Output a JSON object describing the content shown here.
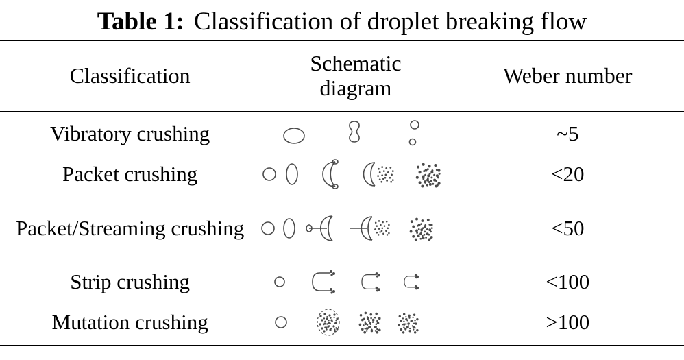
{
  "page": {
    "background": "#ffffff",
    "ink": "#000000",
    "schematic_stroke": "#4a4a4a"
  },
  "title": {
    "label": "Table 1:",
    "text": "Classification of droplet breaking flow"
  },
  "table": {
    "headers": {
      "classification": "Classification",
      "schematic": "Schematic diagram",
      "weber": "Weber number"
    },
    "rows": [
      {
        "classification": "Vibratory crushing",
        "weber": "~5",
        "schematic": "oval drop, dumbbell pinch, two detached droplets"
      },
      {
        "classification": "Packet crushing",
        "weber": "<20",
        "schematic": "drop, flattened disc, bag, bag shedding fragments, fragment cloud"
      },
      {
        "classification": "Packet/Streaming crushing",
        "weber": "<50",
        "schematic": "drop, disc, bag with stamen, bag shedding fragments, fragment cloud"
      },
      {
        "classification": "Strip crushing",
        "weber": "<100",
        "schematic": "drop, stripping crescents shedding fragments, diminishing"
      },
      {
        "classification": "Mutation crushing",
        "weber": ">100",
        "schematic": "drop, catastrophic dense fragment clouds"
      }
    ]
  }
}
